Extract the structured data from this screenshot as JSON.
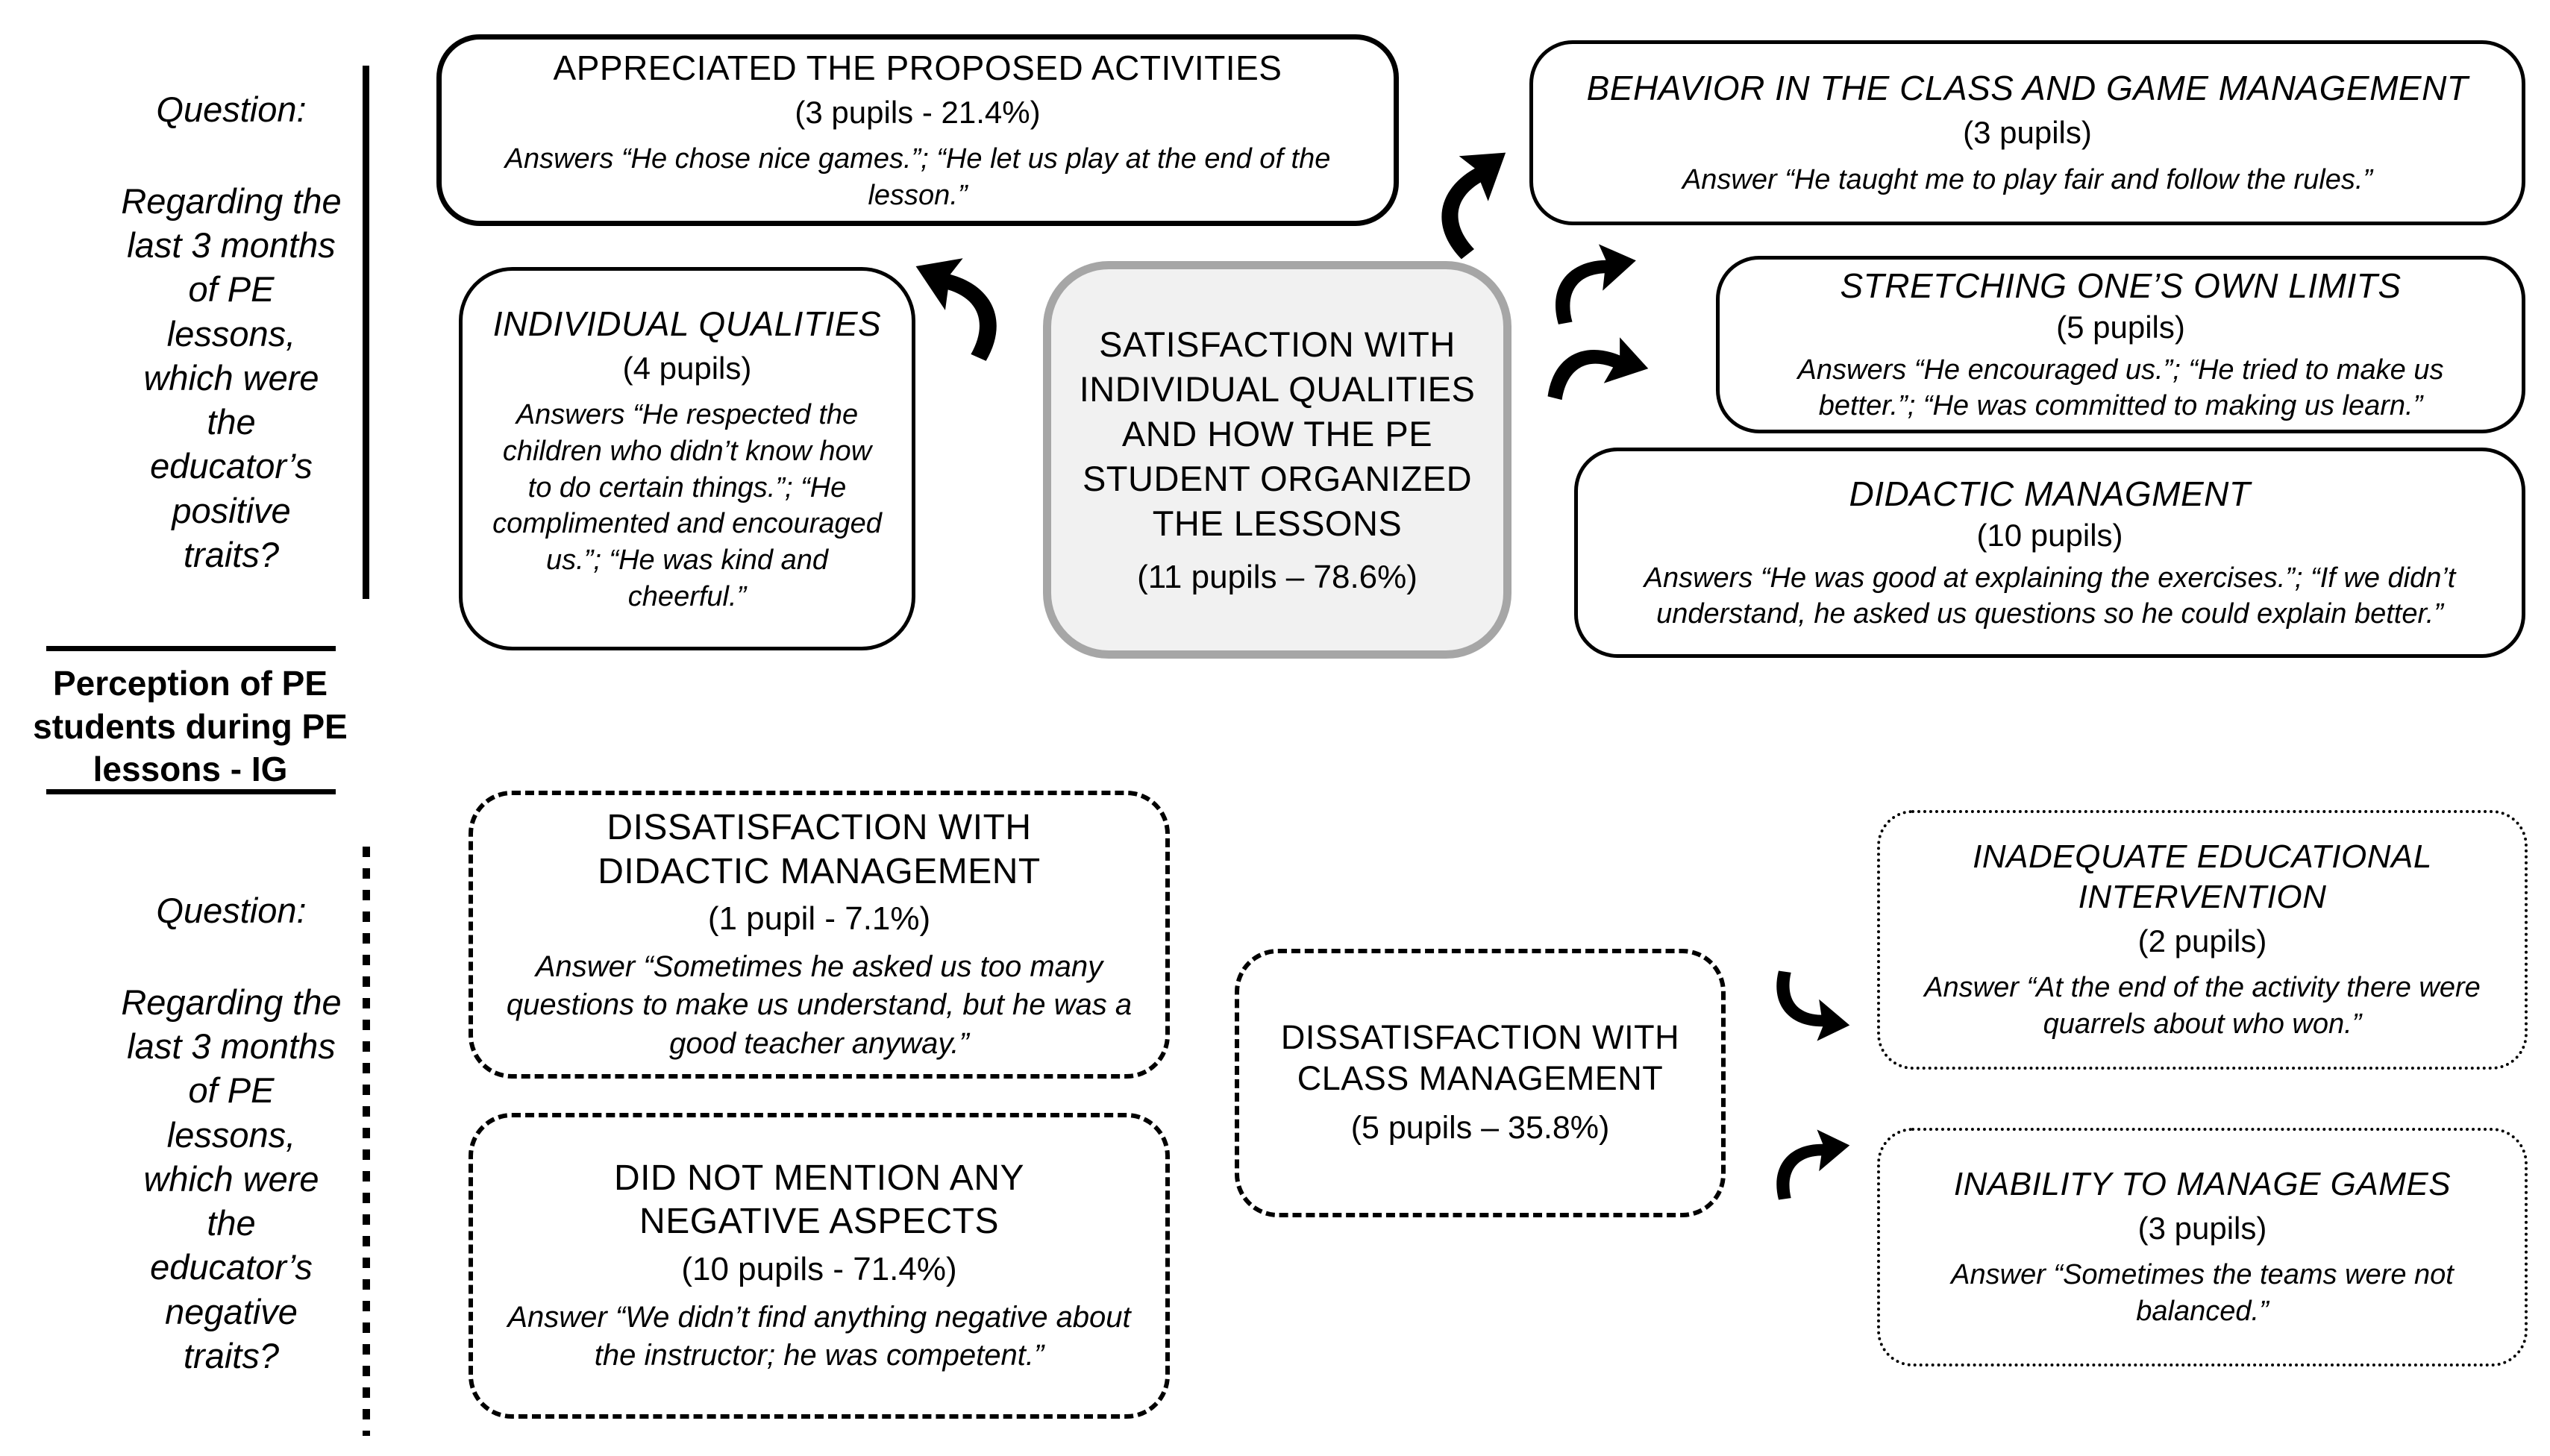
{
  "colors": {
    "ink": "#000000",
    "center_node_border": "#a6a6a6",
    "center_node_fill": "#f1f1f1",
    "background": "#ffffff"
  },
  "left_panel": {
    "question_positive": {
      "label": "Question:",
      "body": "Regarding the\nlast 3 months\nof PE\nlessons,\nwhich were\nthe\neducator’s\npositive\ntraits?"
    },
    "divider_label": "Perception of PE\nstudents during PE\nlessons - IG",
    "question_negative": {
      "label": "Question:",
      "body": "Regarding the\nlast 3 months\nof PE\nlessons,\nwhich were\nthe\neducator’s\nnegative\ntraits?"
    }
  },
  "boxes": {
    "appreciated": {
      "title": "APPRECIATED THE PROPOSED ACTIVITIES",
      "count": "(3 pupils - 21.4%)",
      "answers": "Answers “He chose nice games.”; “He let us play at the end of the lesson.”"
    },
    "behavior": {
      "title": "BEHAVIOR IN THE CLASS AND GAME MANAGEMENT",
      "count": "(3 pupils)",
      "answers": "Answer “He taught me to play fair and follow the rules.”"
    },
    "individual": {
      "title": "INDIVIDUAL QUALITIES",
      "count": "(4 pupils)",
      "answers": "Answers “He respected the children who didn’t know how to do certain things.”; “He complimented and encouraged us.”; “He was kind and cheerful.”"
    },
    "satisfaction": {
      "title": "SATISFACTION WITH\nINDIVIDUAL QUALITIES\nAND HOW THE PE\nSTUDENT ORGANIZED\nTHE LESSONS",
      "count": "(11 pupils – 78.6%)"
    },
    "stretching": {
      "title": "STRETCHING ONE’S OWN LIMITS",
      "count": "(5 pupils)",
      "answers": "Answers “He encouraged us.”; “He tried to make us better.”; “He was committed to making us learn.”"
    },
    "didactic": {
      "title": "DIDACTIC MANAGMENT",
      "count": "(10 pupils)",
      "answers": "Answers “He was good at explaining the exercises.”; “If we didn’t understand, he asked us questions so he could explain better.”"
    },
    "diss_didactic": {
      "title": "DISSATISFACTION WITH\nDIDACTIC MANAGEMENT",
      "count": "(1 pupil - 7.1%)",
      "answers": "Answer “Sometimes he asked us too many questions to make us understand, but he was a good teacher anyway.”"
    },
    "no_negative": {
      "title": "DID NOT MENTION ANY\nNEGATIVE ASPECTS",
      "count": "(10 pupils - 71.4%)",
      "answers": "Answer “We didn’t find anything negative about the instructor; he was competent.”"
    },
    "diss_class": {
      "title": "DISSATISFACTION WITH\nCLASS MANAGEMENT",
      "count": "(5 pupils – 35.8%)"
    },
    "inadequate": {
      "title": "INADEQUATE EDUCATIONAL\nINTERVENTION",
      "count": "(2 pupils)",
      "answers": "Answer “At the end of the activity there were quarrels about who won.”"
    },
    "inability": {
      "title": "INABILITY TO MANAGE GAMES",
      "count": "(3 pupils)",
      "answers": "Answer “Sometimes the teams were not balanced.”"
    }
  }
}
